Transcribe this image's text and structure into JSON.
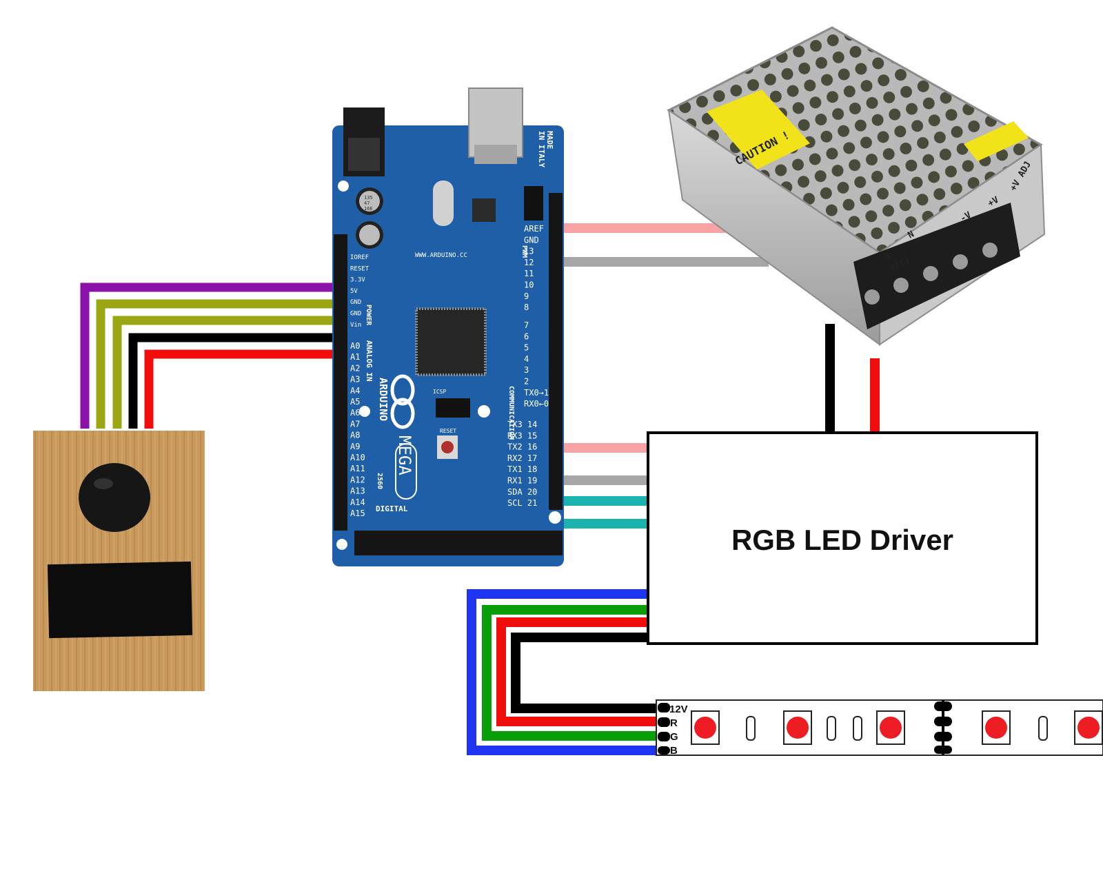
{
  "driver": {
    "label": "RGB LED Driver"
  },
  "strip": {
    "pins": [
      "12V",
      "R",
      "G",
      "B"
    ]
  },
  "arduino": {
    "made_in": [
      "MADE",
      "IN ITALY"
    ],
    "url": "WWW.ARDUINO.CC",
    "brand": "ARDUINO",
    "model": "MEGA",
    "model_number": "2560",
    "power_pins": [
      "IOREF",
      "RESET",
      "3.3V",
      "5V",
      "GND",
      "GND",
      "Vin"
    ],
    "power_label": "POWER",
    "analog_pins": [
      "A0",
      "A1",
      "A2",
      "A3",
      "A4",
      "A5",
      "A6",
      "A7",
      "A8",
      "A9",
      "A10",
      "A11",
      "A12",
      "A13",
      "A14",
      "A15"
    ],
    "analog_label": "ANALOG IN",
    "pwm_pins": [
      "AREF",
      "GND",
      "13",
      "12",
      "11",
      "10",
      "9",
      "8",
      "7",
      "6",
      "5",
      "4",
      "3",
      "2",
      "TX0→1",
      "RX0←0"
    ],
    "pwm_label": "PWM",
    "comm_pins": [
      "TX3 14",
      "RX3 15",
      "TX2 16",
      "RX2 17",
      "TX1 18",
      "RX1 19",
      "SDA 20",
      "SCL 21"
    ],
    "comm_label": "COMMUNICATION",
    "digital_label": "DIGITAL",
    "icsp_label": "ICSP",
    "reset_label": "RESET",
    "cap_text": [
      "135",
      "47",
      "16E"
    ]
  },
  "psu": {
    "caution": "CAUTION !",
    "terminals": [
      "L",
      "N",
      "(AC)",
      "-V",
      "+V",
      "+V ADJ"
    ]
  },
  "colors": {
    "board": "#1f5fa8",
    "wire_purple": "#8b12a8",
    "wire_olive": "#9aa612",
    "wire_black": "#000000",
    "wire_red": "#f20d0d",
    "wire_pink": "#f7a3a3",
    "wire_gray": "#a6a6a6",
    "wire_teal": "#1ab3ad",
    "wire_blue": "#1f33f2",
    "wire_green": "#0a9e0a",
    "wood": "#c99a5e"
  }
}
